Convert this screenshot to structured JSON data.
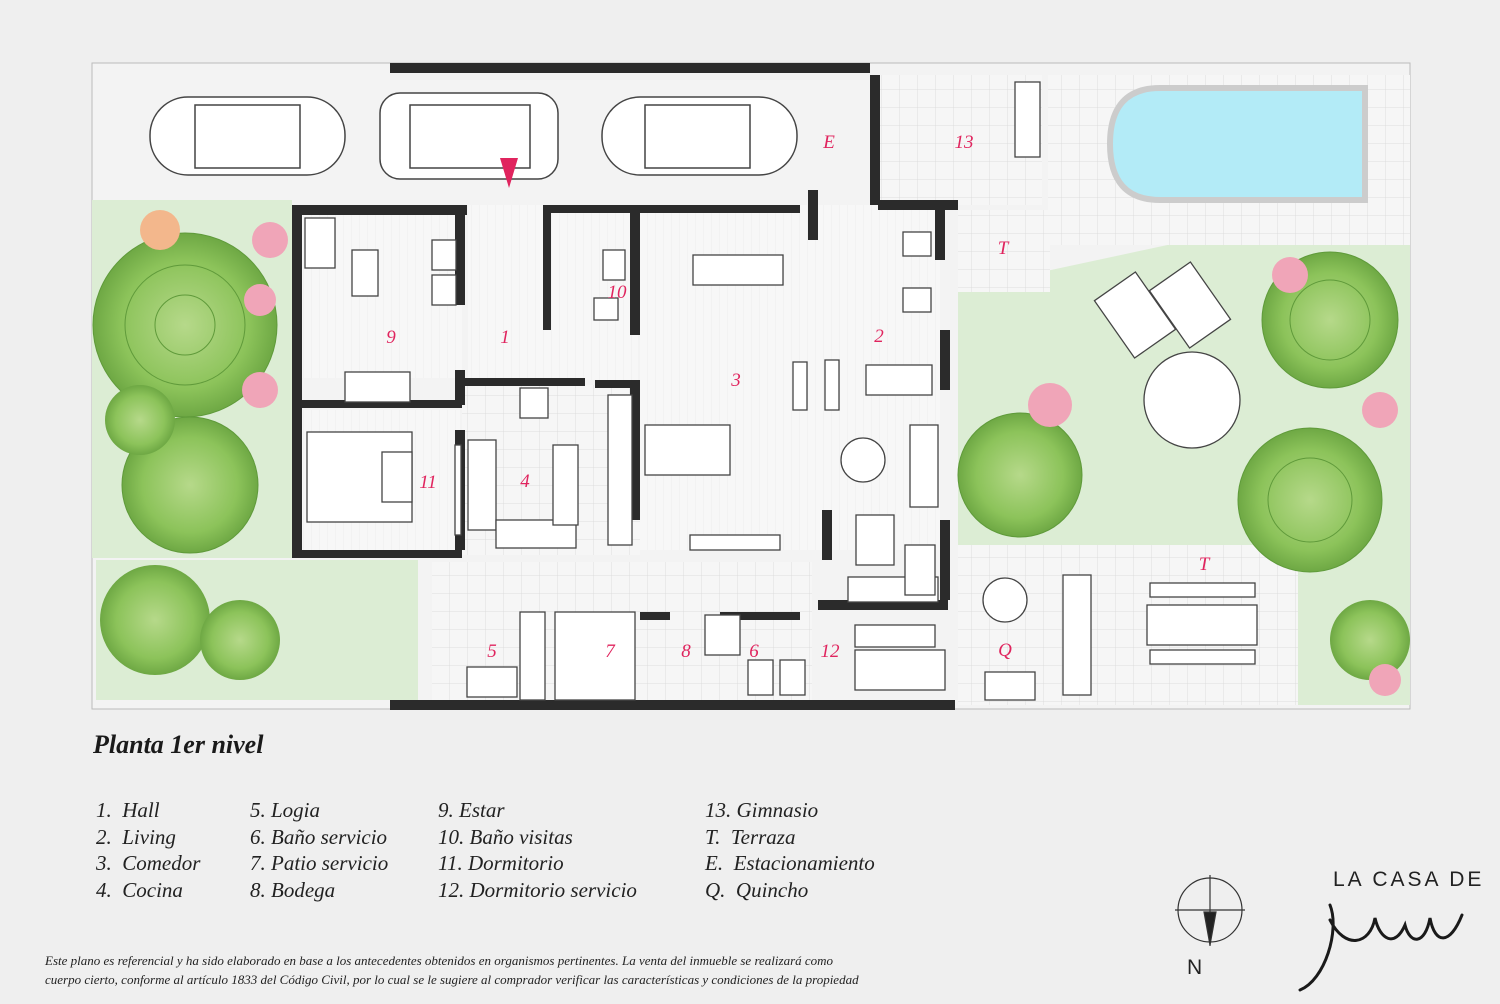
{
  "title": "Planta 1er nivel",
  "room_numbers": {
    "r1": "1",
    "r2": "2",
    "r3": "3",
    "r4": "4",
    "r5": "5",
    "r6": "6",
    "r7": "7",
    "r8": "8",
    "r9": "9",
    "r10": "10",
    "r11": "11",
    "r12": "12",
    "r13": "13",
    "E": "E",
    "T1": "T",
    "T2": "T",
    "Q": "Q"
  },
  "legend": [
    [
      "1.  Hall",
      "2.  Living",
      "3.  Comedor",
      "4.  Cocina"
    ],
    [
      "5. Logia",
      "6. Baño servicio",
      "7. Patio servicio",
      "8. Bodega"
    ],
    [
      "9. Estar",
      "10. Baño visitas",
      "11. Dormitorio",
      "12. Dormitorio servicio"
    ],
    [
      "13. Gimnasio",
      "T.  Terraza",
      "E.  Estacionamiento",
      "Q.  Quincho"
    ]
  ],
  "disclaimer": {
    "line1": "Este plano es referencial y ha sido elaborado en base a los antecedentes obtenidos en organismos pertinentes.  La venta del inmueble se realizará como",
    "line2": "cuerpo cierto, conforme al artículo 1833 del Código Civil, por lo cual se le sugiere al comprador verificar las características y condiciones de la propiedad"
  },
  "compass_label": "N",
  "brand": {
    "line1": "LA CASA DE",
    "line2": "Juana"
  },
  "colors": {
    "room_number": "#e0245e",
    "lawn": "#dcedd4",
    "pool": "#b3ebf7",
    "wall": "#2b2b2b",
    "tile": "#f4f4f4",
    "arrow": "#e0245e"
  }
}
